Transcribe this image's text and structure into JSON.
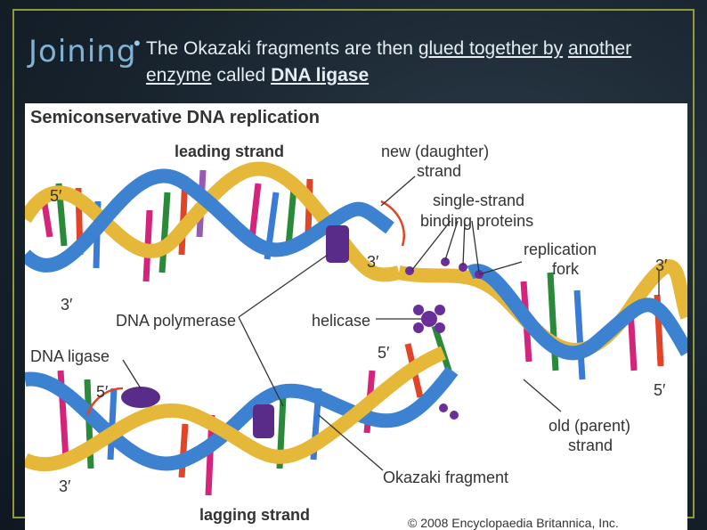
{
  "slide": {
    "title": "Joining",
    "text_prefix": "The Okazaki fragments are then ",
    "text_link1": "glued together by",
    "text_link2": "another enzyme",
    "text_mid": " called ",
    "text_bold": "DNA ligase"
  },
  "figure": {
    "title": "Semiconservative DNA replication",
    "labels": {
      "leading_strand": "leading strand",
      "new_strand_1": "new (daughter)",
      "new_strand_2": "strand",
      "ssb_1": "single-strand",
      "ssb_2": "binding proteins",
      "fork_1": "replication",
      "fork_2": "fork",
      "dna_polymerase": "DNA polymerase",
      "helicase": "helicase",
      "dna_ligase": "DNA ligase",
      "old_strand_1": "old (parent)",
      "old_strand_2": "strand",
      "okazaki": "Okazaki fragment",
      "lagging_strand": "lagging strand",
      "five_prime": "5′",
      "three_prime": "3′",
      "copyright": "© 2008 Encyclopaedia Britannica, Inc."
    }
  }
}
